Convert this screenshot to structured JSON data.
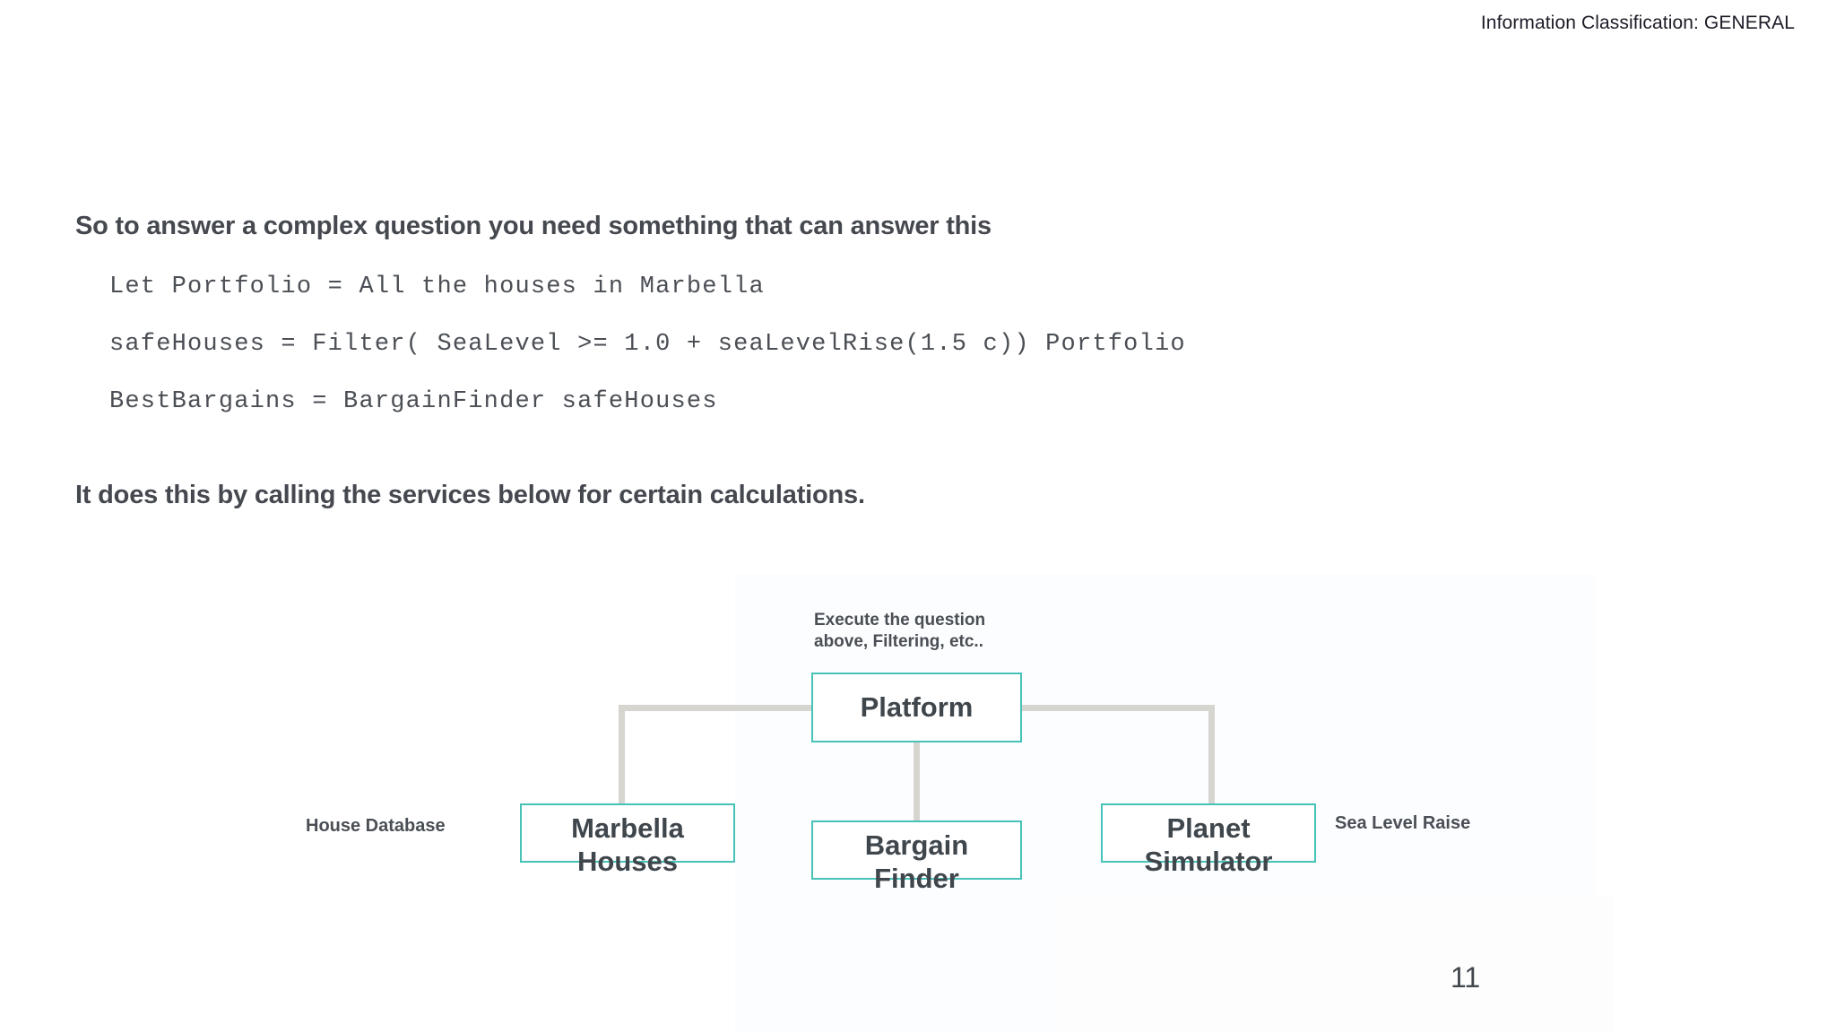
{
  "header": {
    "classification": "Information Classification: GENERAL"
  },
  "content": {
    "lead_1": "So to answer a complex question you need something that can answer this",
    "lead_2": "It does this by calling the services below for certain calculations.",
    "code_lines": [
      "Let Portfolio = All the houses in Marbella",
      "safeHouses = Filter( SeaLevel >= 1.0 + seaLevelRise(1.5 c)) Portfolio",
      "BestBargains = BargainFinder safeHouses"
    ]
  },
  "diagram": {
    "annotation_platform": "Execute the question\nabove, Filtering, etc..",
    "nodes": {
      "platform": "Platform",
      "marbella": "Marbella\nHouses",
      "bargain": "Bargain\nFinder",
      "planet": "Planet\nSimulator"
    },
    "side_labels": {
      "house_database": "House Database",
      "sea_level_raise": "Sea Level Raise"
    },
    "colors": {
      "node_border": "#46c2b8",
      "connector": "#d7d5d0",
      "text": "#3f464c"
    }
  },
  "footer": {
    "slide_number": "11"
  }
}
